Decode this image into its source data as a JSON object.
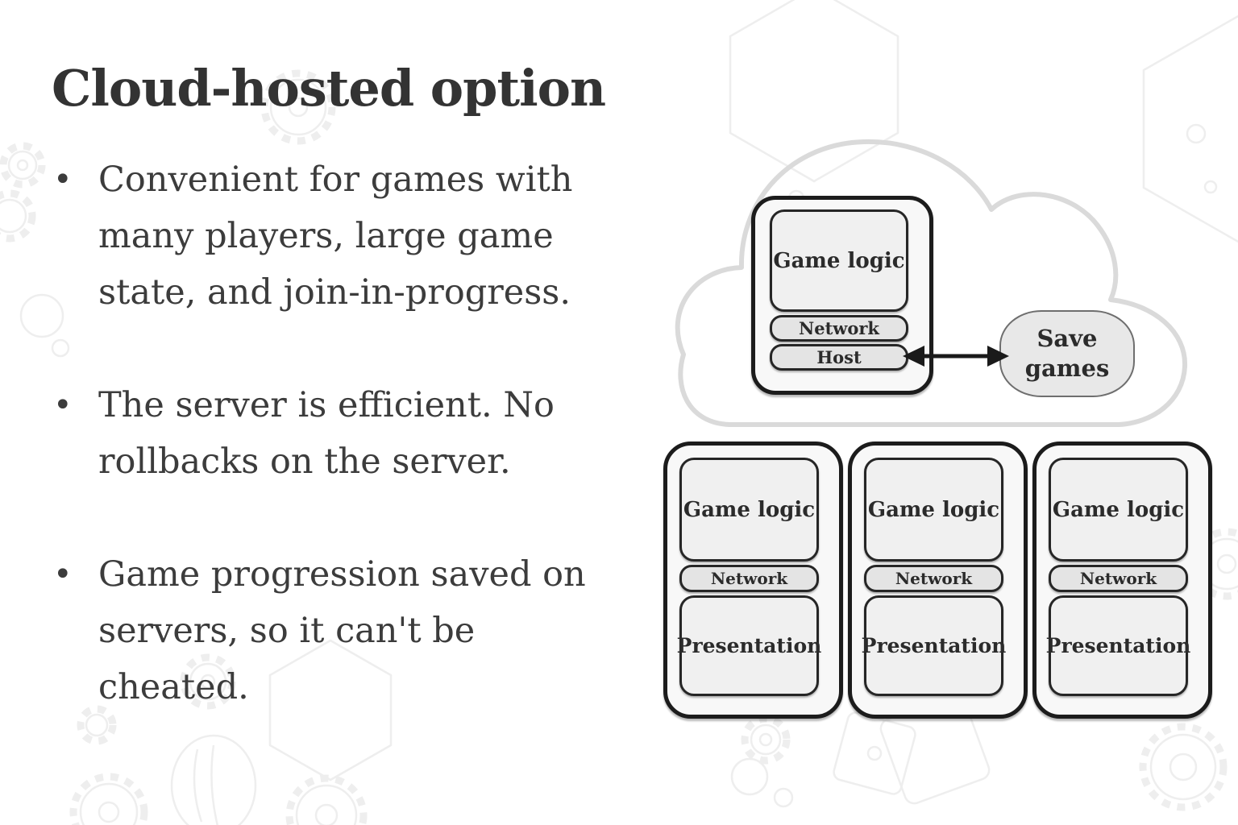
{
  "slide": {
    "title": "Cloud-hosted option",
    "bullet_char": "•",
    "bullets": [
      "Convenient for games with\nmany players, large game\nstate, and join-in-progress.",
      "The server is efficient. No\nrollbacks on the server.",
      "Game progression saved on\nservers, so it can't be\ncheated."
    ]
  },
  "diagram": {
    "server": {
      "game_logic": "Game logic",
      "network": "Network",
      "host": "Host"
    },
    "save_games": "Save\ngames",
    "clients": [
      {
        "game_logic": "Game logic",
        "network": "Network",
        "presentation": "Presentation"
      },
      {
        "game_logic": "Game logic",
        "network": "Network",
        "presentation": "Presentation"
      },
      {
        "game_logic": "Game logic",
        "network": "Network",
        "presentation": "Presentation"
      }
    ]
  },
  "colors": {
    "text": "#3c3c3c",
    "title": "#333333",
    "box_border": "#1c1c1c",
    "outer_fill": "#f8f8f8",
    "inner_fill": "#f0f0f0",
    "pill_fill": "#e4e4e4",
    "save_fill": "#e8e8e8",
    "save_border": "#6e6e6e",
    "cloud_stroke": "#dadada",
    "arrow": "#1a1a1a",
    "watermark": "#eeeeee"
  }
}
